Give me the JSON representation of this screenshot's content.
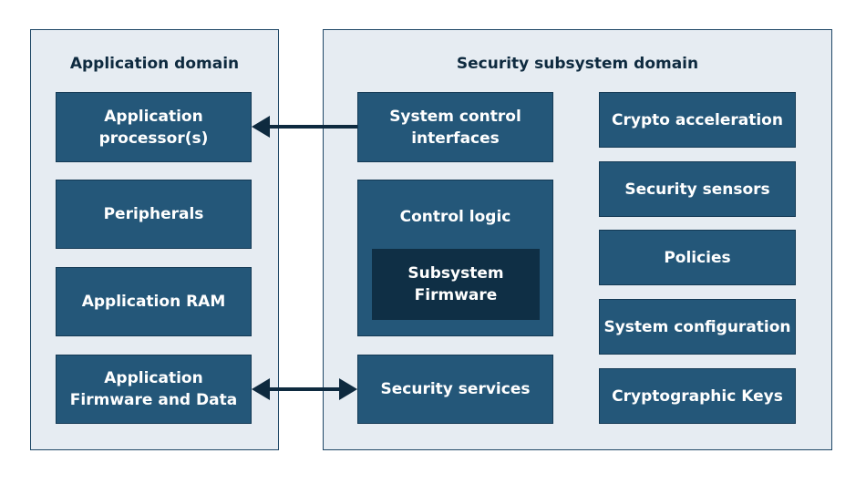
{
  "application_domain": {
    "title": "Application domain",
    "blocks": {
      "processor": "Application\nprocessor(s)",
      "peripherals": "Peripherals",
      "ram": "Application RAM",
      "firmware": "Application\nFirmware and Data"
    }
  },
  "security_domain": {
    "title": "Security subsystem domain",
    "blocks": {
      "system_control": "System control\ninterfaces",
      "control_logic": "Control logic",
      "subsystem_firmware": "Subsystem\nFirmware",
      "security_services": "Security services",
      "crypto_acceleration": "Crypto acceleration",
      "security_sensors": "Security sensors",
      "policies": "Policies",
      "system_configuration": "System configuration",
      "cryptographic_keys": "Cryptographic Keys"
    }
  },
  "colors": {
    "block_fill": "#245779",
    "inner_fill": "#0f2f45",
    "domain_fill": "#e6ecf2",
    "connector": "#0e2a3f"
  }
}
